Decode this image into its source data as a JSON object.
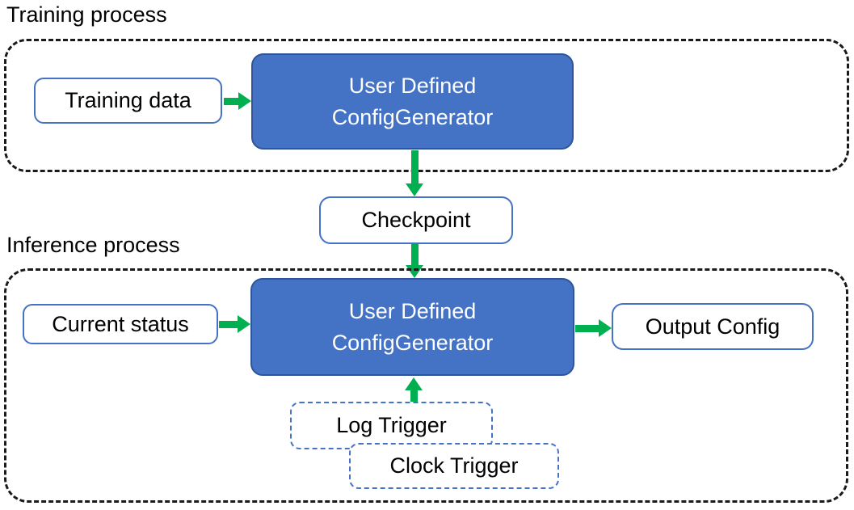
{
  "colors": {
    "accent_blue": "#4472C4",
    "accent_blue_dark": "#2F5597",
    "arrow_green": "#00B050",
    "outline_black": "#1a1a1a",
    "text_black": "#000000",
    "box_white": "#ffffff"
  },
  "diagram": {
    "training": {
      "label": "Training process",
      "input_box": "Training data",
      "generator_line1": "User Defined",
      "generator_line2": "ConfigGenerator"
    },
    "checkpoint_box": "Checkpoint",
    "inference": {
      "label": "Inference process",
      "input_box": "Current status",
      "generator_line1": "User Defined",
      "generator_line2": "ConfigGenerator",
      "output_box": "Output Config",
      "trigger_boxes": {
        "log": "Log Trigger",
        "clock": "Clock Trigger"
      }
    }
  }
}
